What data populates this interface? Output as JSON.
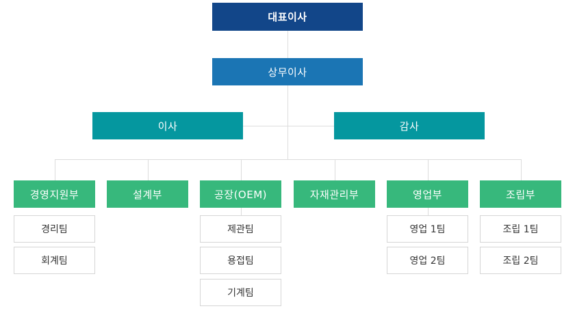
{
  "ceo": "대표이사",
  "managing_director": "상무이사",
  "directors": [
    "이사",
    "감사"
  ],
  "departments": [
    {
      "name": "경영지원부",
      "teams": [
        "경리팀",
        "회계팀"
      ]
    },
    {
      "name": "설계부",
      "teams": []
    },
    {
      "name": "공장(OEM)",
      "teams": [
        "제관팀",
        "용접팀",
        "기계팀"
      ]
    },
    {
      "name": "자재관리부",
      "teams": []
    },
    {
      "name": "영업부",
      "teams": [
        "영업 1팀",
        "영업 2팀"
      ]
    },
    {
      "name": "조립부",
      "teams": [
        "조립 1팀",
        "조립 2팀"
      ]
    }
  ]
}
